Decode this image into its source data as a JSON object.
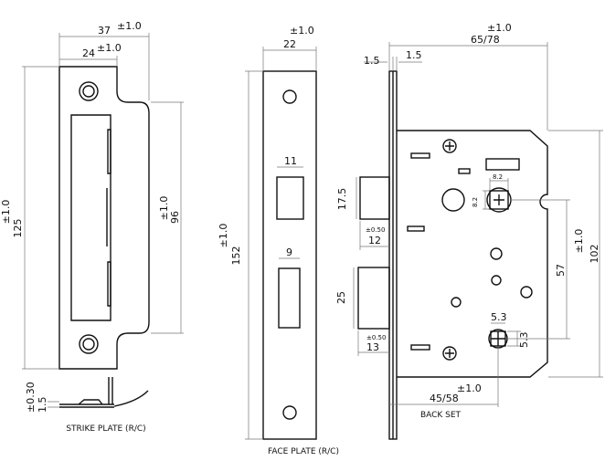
{
  "strike_plate": {
    "label": "STRIKE PLATE (R/C)",
    "width_overall": "37",
    "width_overall_tol": "±1.0",
    "width_plate": "24",
    "width_plate_tol": "±1.0",
    "height": "125",
    "height_tol": "±1.0",
    "tab_height": "96",
    "tab_height_tol": "±1.0",
    "thickness": "1.5",
    "thickness_tol": "±0.30"
  },
  "face_plate": {
    "label": "FACE PLATE (R/C)",
    "width": "22",
    "width_tol": "±1.0",
    "height": "152",
    "height_tol": "±1.0",
    "upper_slot_width": "11",
    "lower_slot_width": "9"
  },
  "back_set": {
    "label": "BACK SET",
    "depth": "65/78",
    "depth_tol": "±1.0",
    "faceplate_thickness_a": "1.5",
    "faceplate_thickness_b": "1.5",
    "latch_height": "17.5",
    "latch_projection": "12",
    "latch_projection_tol": "±0.50",
    "deadbolt_height": "25",
    "deadbolt_projection": "13",
    "deadbolt_projection_tol": "±0.50",
    "spindle_w": "8.2",
    "spindle_h": "8.2",
    "cylinder_w": "5.3",
    "cylinder_h": "5.3",
    "centres": "57",
    "case_height": "102",
    "case_height_tol": "±1.0",
    "backset": "45/58",
    "backset_tol": "±1.0"
  }
}
